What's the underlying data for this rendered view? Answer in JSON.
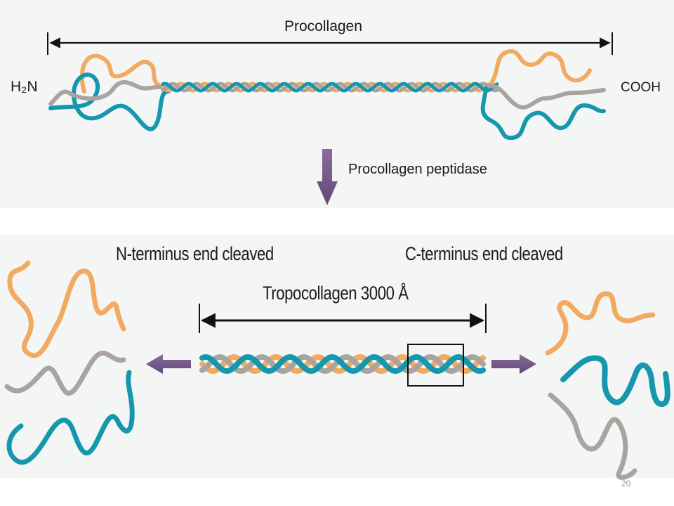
{
  "top": {
    "title": "Procollagen",
    "n_terminus_label": "H₂N",
    "c_terminus_label": "COOH",
    "enzyme_label": "Procollagen peptidase"
  },
  "bottom": {
    "n_cleaved_label": "N-terminus end cleaved",
    "c_cleaved_label": "C-terminus end cleaved",
    "tropocollagen_label": "Tropocollagen 3000 Å"
  },
  "slide_number": "20",
  "colors": {
    "orange_strand": "#f2a960",
    "teal_strand": "#1597ad",
    "gray_strand": "#a9a49f",
    "arrow_purple": "#7a5f86",
    "panel_bg": "#f4f6f6"
  }
}
